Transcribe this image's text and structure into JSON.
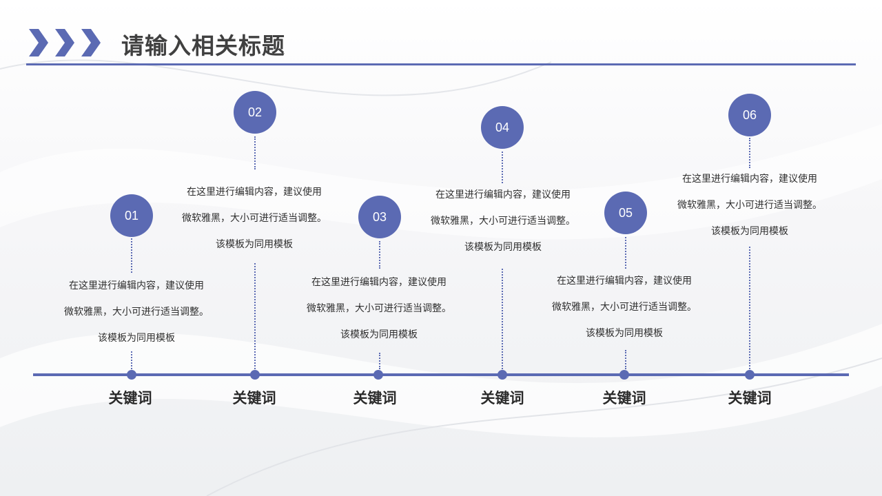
{
  "header": {
    "title": "请输入相关标题",
    "accent_color": "#5b6ab3",
    "chevron_icon": "triple-chevron-right-icon"
  },
  "timeline": {
    "items": [
      {
        "number": "01",
        "keyword": "关键词",
        "lines": [
          "在这里进行编辑内容，建议使用",
          "微软雅黑，大小可进行适当调整。",
          "该模板为同用模板"
        ]
      },
      {
        "number": "02",
        "keyword": "关键词",
        "lines": [
          "在这里进行编辑内容，建议使用",
          "微软雅黑，大小可进行适当调整。",
          "该模板为同用模板"
        ]
      },
      {
        "number": "03",
        "keyword": "关键词",
        "lines": [
          "在这里进行编辑内容，建议使用",
          "微软雅黑，大小可进行适当调整。",
          "该模板为同用模板"
        ]
      },
      {
        "number": "04",
        "keyword": "关键词",
        "lines": [
          "在这里进行编辑内容，建议使用",
          "微软雅黑，大小可进行适当调整。",
          "该模板为同用模板"
        ]
      },
      {
        "number": "05",
        "keyword": "关键词",
        "lines": [
          "在这里进行编辑内容，建议使用",
          "微软雅黑，大小可进行适当调整。",
          "该模板为同用模板"
        ]
      },
      {
        "number": "06",
        "keyword": "关键词",
        "lines": [
          "在这里进行编辑内容，建议使用",
          "微软雅黑，大小可进行适当调整。",
          "该模板为同用模板"
        ]
      }
    ]
  }
}
